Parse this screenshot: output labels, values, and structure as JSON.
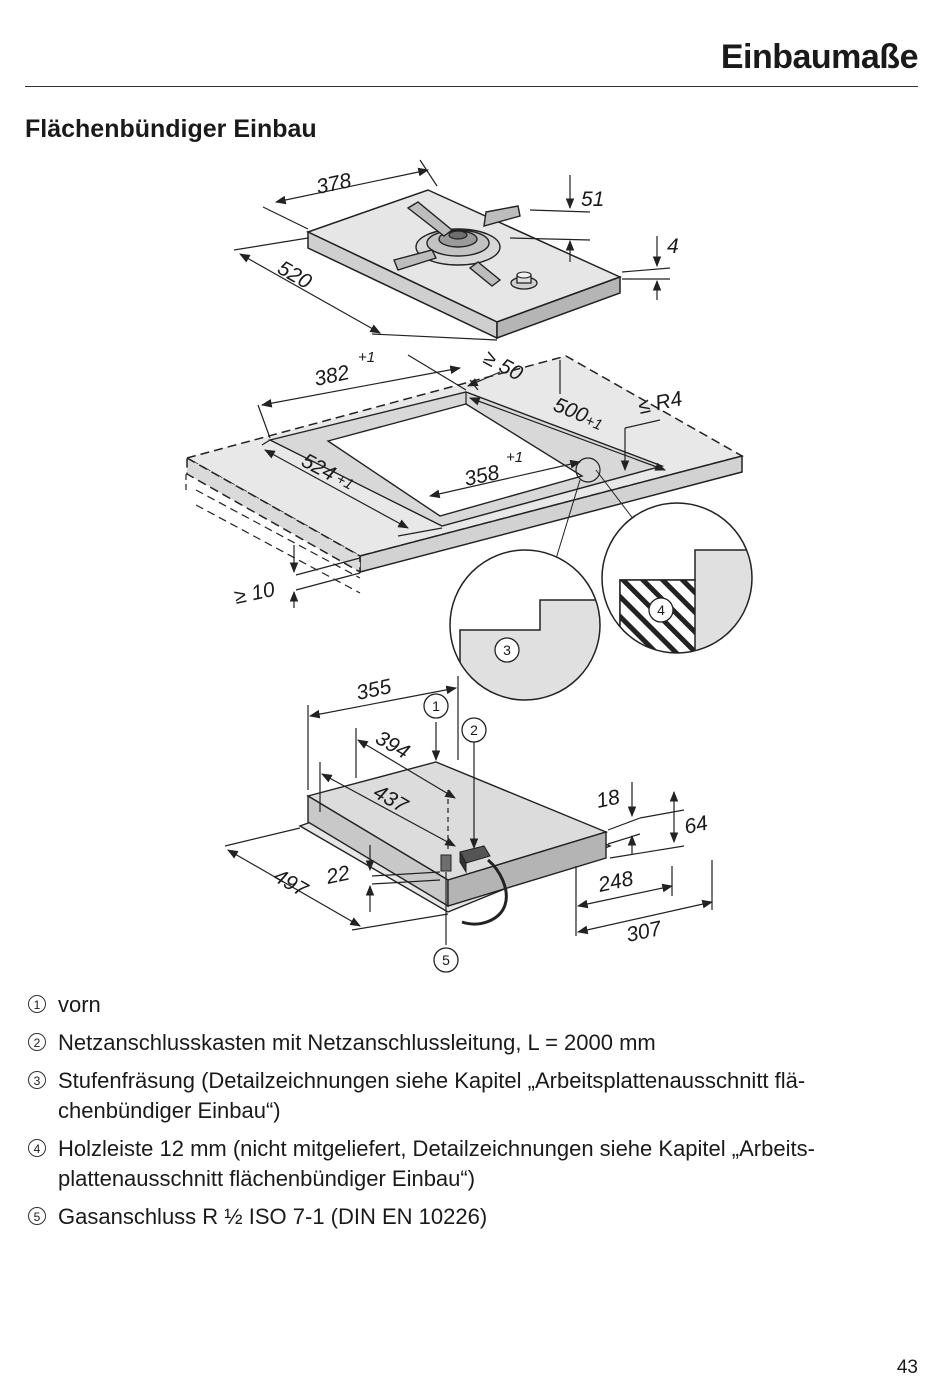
{
  "header": {
    "title": "Einbaumaße"
  },
  "section": {
    "title": "Flächenbündiger Einbau"
  },
  "drawing": {
    "top_unit": {
      "width": "378",
      "depth": "520",
      "height": "51",
      "thickness": "4"
    },
    "cutout": {
      "outer_width": "382",
      "outer_tol": "+1",
      "inner_width": "358",
      "inner_tol": "+1",
      "outer_depth": "524",
      "outer_depth_tol": "+1",
      "rear_dist": "≥ 50",
      "depth_total": "500",
      "depth_total_tol": "+1",
      "radius": "≤ R4",
      "edge_dist": "≥ 10"
    },
    "bottom_unit": {
      "w355": "355",
      "w394": "394",
      "w437": "437",
      "d497": "497",
      "h22": "22",
      "h18": "18",
      "h64": "64",
      "w248": "248",
      "w307": "307"
    },
    "markers": [
      "1",
      "2",
      "3",
      "4",
      "5"
    ],
    "colors": {
      "surface": "#e6e6e6",
      "face": "#cfcfcf",
      "line": "#222222"
    }
  },
  "legend": [
    {
      "num": "1",
      "text": "vorn"
    },
    {
      "num": "2",
      "text": "Netzanschlusskasten mit Netzanschlussleitung, L = 2000 mm"
    },
    {
      "num": "3",
      "text": "Stufenfräsung (Detailzeichnungen siehe Kapitel „Arbeitsplattenausschnitt flä-chenbündiger Einbau“)"
    },
    {
      "num": "4",
      "text": "Holzleiste 12 mm (nicht mitgeliefert, Detailzeichnungen siehe Kapitel „Arbeits-plattenausschnitt flächenbündiger Einbau“)"
    },
    {
      "num": "5",
      "text": "Gasanschluss R ½ ISO 7-1 (DIN EN 10226)"
    }
  ],
  "page": {
    "number": "43"
  }
}
